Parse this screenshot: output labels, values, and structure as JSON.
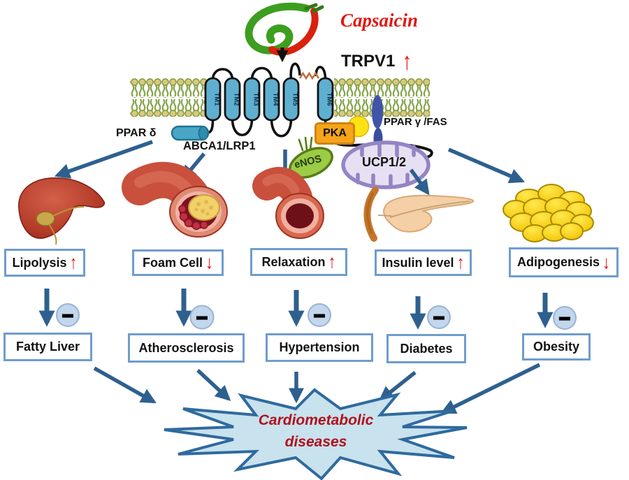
{
  "header": {
    "compound": "Capsaicin",
    "receptor": "TRPV1",
    "receptor_arrow": "↑"
  },
  "signaling": {
    "tm_labels": [
      "TM1",
      "TM2",
      "TM3",
      "TM4",
      "TM5",
      "TM6"
    ],
    "ppar_delta": "PPAR δ",
    "abca1_lrp1": "ABCA1/LRP1",
    "pka": "PKA",
    "ppar_gamma_fas": "PPAR γ /FAS",
    "enos": "eNOS",
    "ucp": "UCP1/2"
  },
  "outcomes": [
    {
      "label": "Lipolysis",
      "arrow": "↑",
      "organ": "liver"
    },
    {
      "label": "Foam Cell",
      "arrow": "↓",
      "organ": "atherosclerotic artery"
    },
    {
      "label": "Relaxation",
      "arrow": "↑",
      "organ": "blood vessel"
    },
    {
      "label": "Insulin level",
      "arrow": "↑",
      "organ": "pancreas"
    },
    {
      "label": "Adipogenesis",
      "arrow": "↓",
      "organ": "adipocytes"
    }
  ],
  "inhibition_symbol": "−",
  "diseases": [
    {
      "label": "Fatty Liver"
    },
    {
      "label": "Atherosclerosis"
    },
    {
      "label": "Hypertension"
    },
    {
      "label": "Diabetes"
    },
    {
      "label": "Obesity"
    }
  ],
  "result": {
    "line1": "Cardiometabolic",
    "line2": "diseases"
  },
  "colors": {
    "arrow_blue": "#2e608f",
    "box_border": "#6f9dcc",
    "accent_red": "#e8170f",
    "starburst_fill": "#c8e2ee",
    "starburst_border": "#2f6a9e",
    "starburst_text": "#b0121c"
  }
}
